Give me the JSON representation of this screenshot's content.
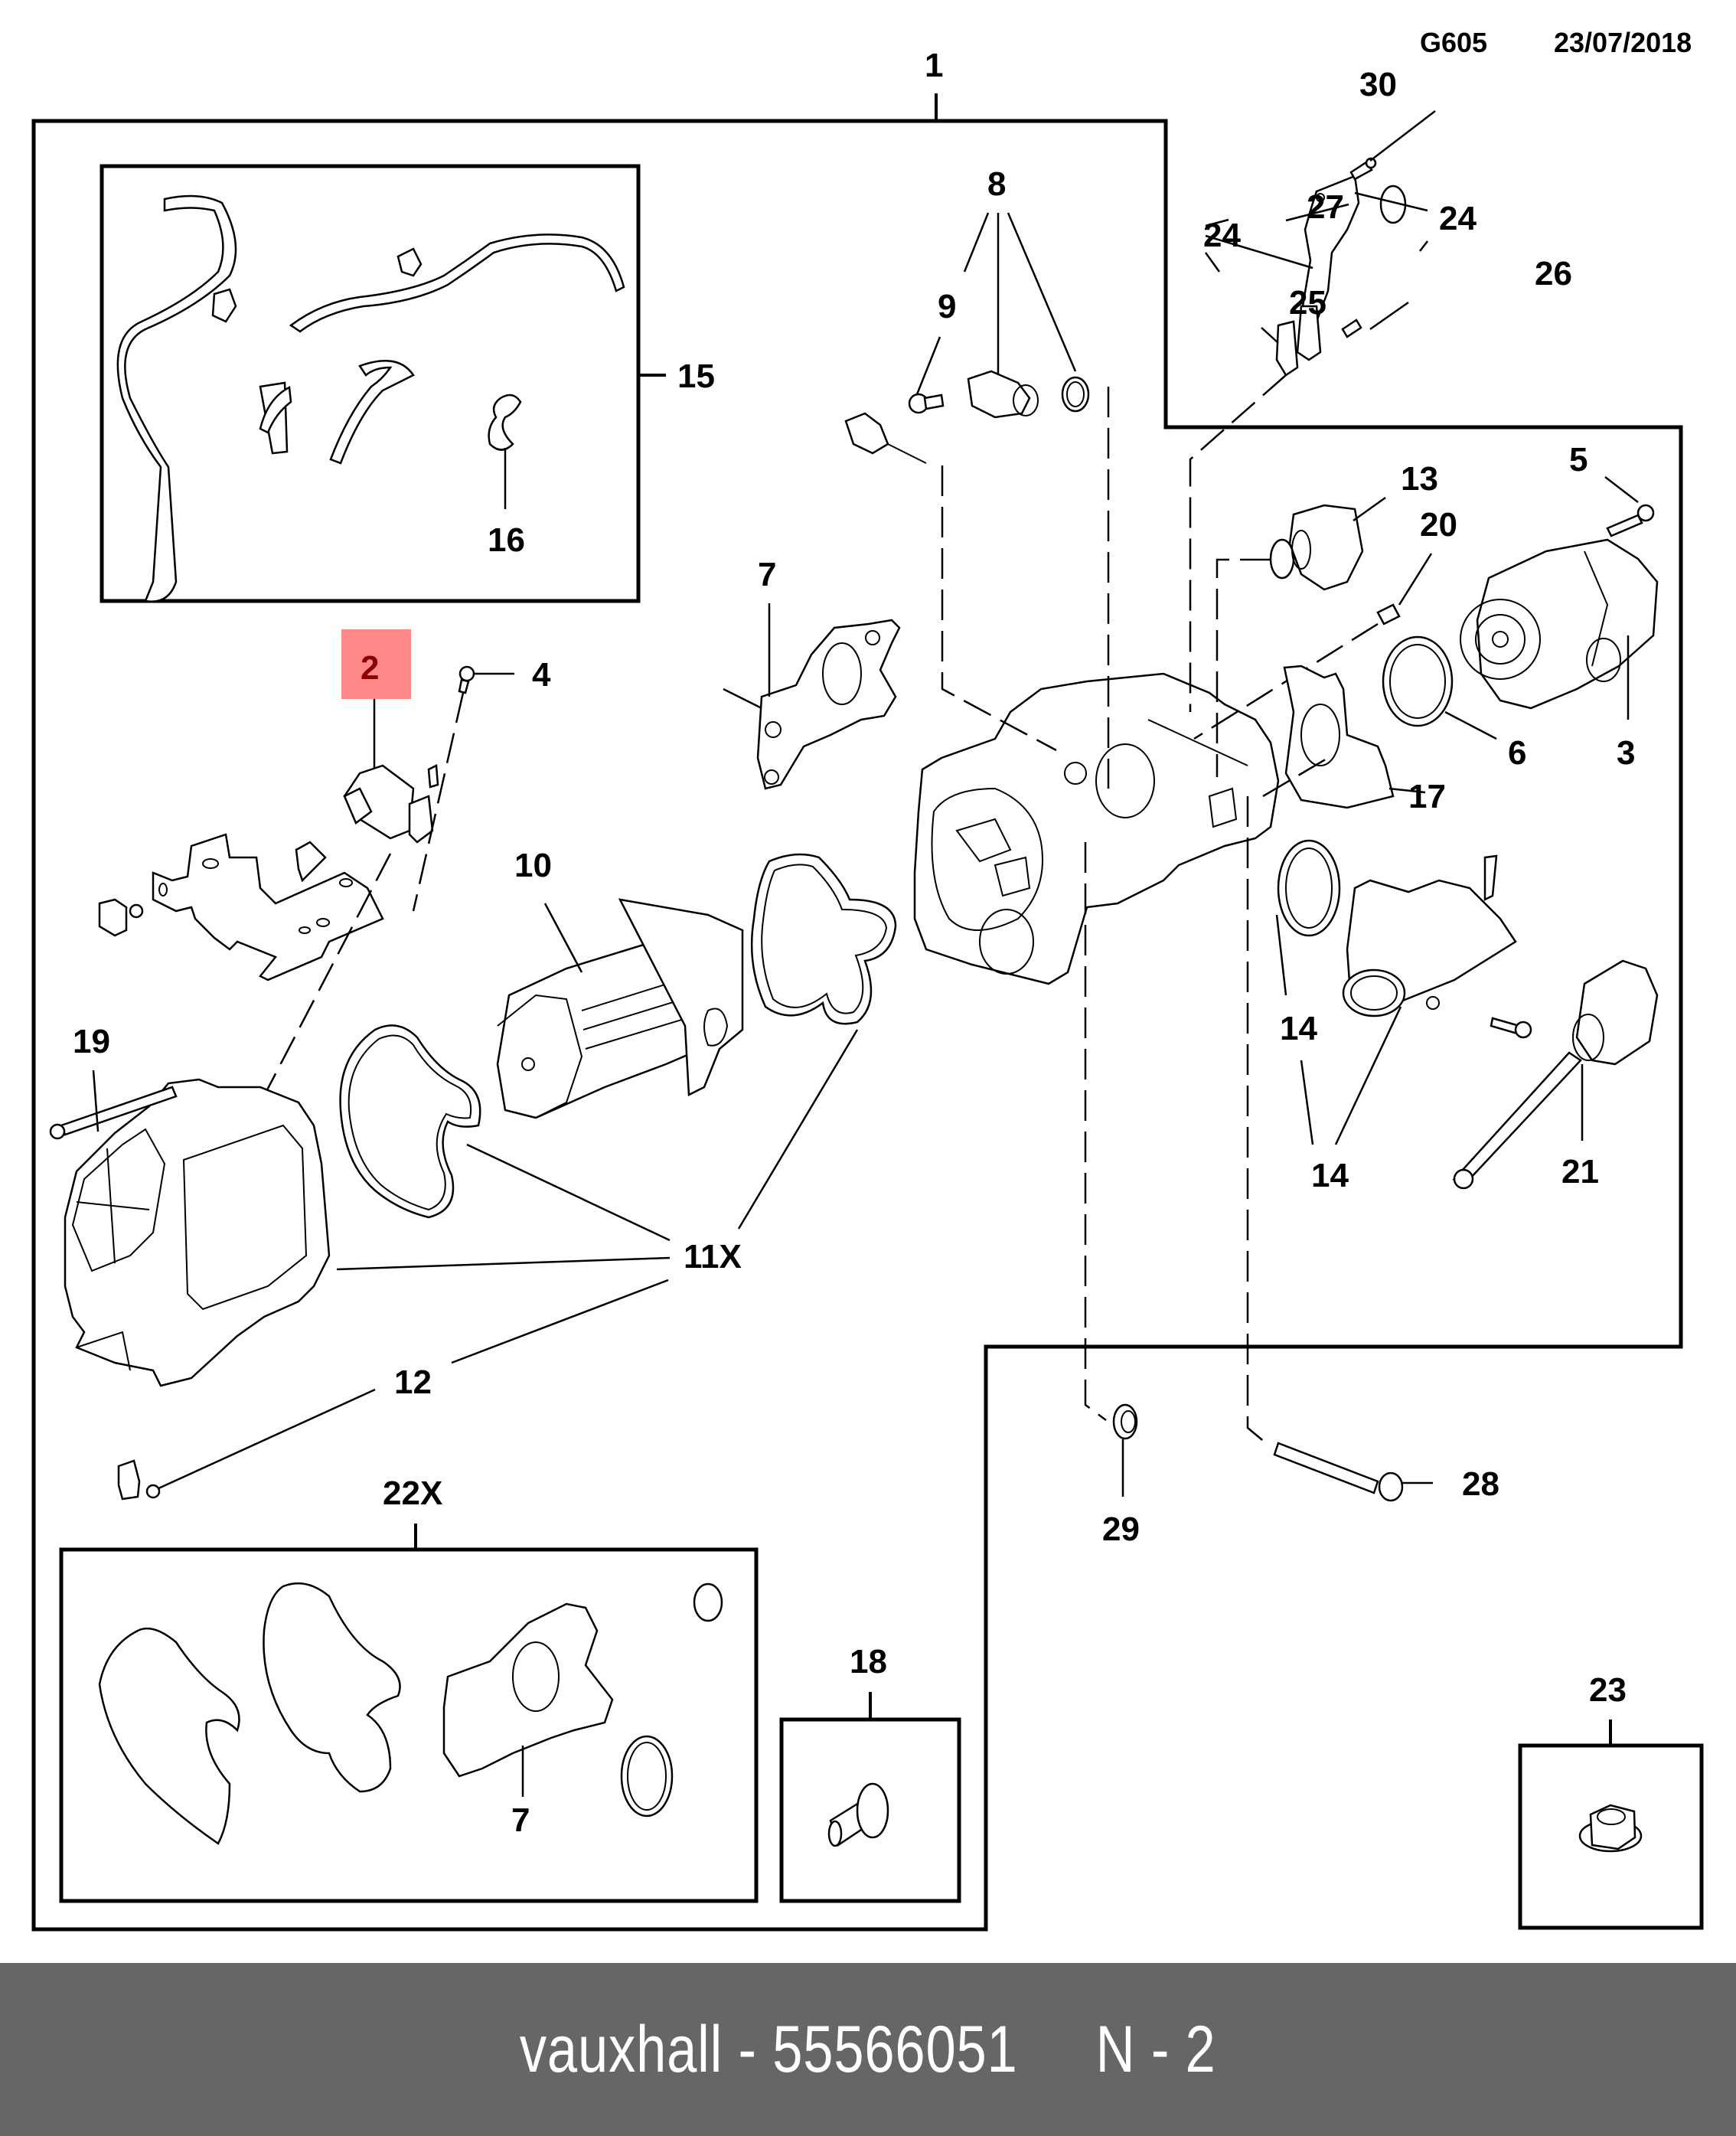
{
  "header": {
    "diagram_code": "G605",
    "date": "23/07/2018"
  },
  "highlight": {
    "part_number": "2",
    "color": "#FF8888",
    "text_color": "#8B0000"
  },
  "callouts": {
    "c1": "1",
    "c2": "2",
    "c3": "3",
    "c4": "4",
    "c5": "5",
    "c6": "6",
    "c7a": "7",
    "c7b": "7",
    "c8": "8",
    "c9": "9",
    "c10": "10",
    "c11": "11X",
    "c12": "12",
    "c13": "13",
    "c14a": "14",
    "c14b": "14",
    "c15": "15",
    "c16": "16",
    "c17": "17",
    "c18": "18",
    "c19": "19",
    "c20": "20",
    "c21": "21",
    "c22": "22X",
    "c23": "23",
    "c24a": "24",
    "c24b": "24",
    "c25": "25",
    "c26": "26",
    "c27": "27",
    "c28": "28",
    "c29": "29",
    "c30": "30"
  },
  "footer": {
    "brand": "vauxhall",
    "part_number": "55566051",
    "position_label": "N - 2",
    "text": "vauxhall - 55566051     N - 2"
  }
}
